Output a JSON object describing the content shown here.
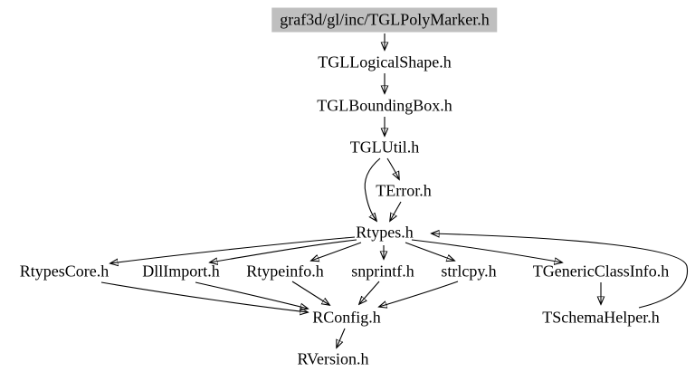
{
  "diagram": {
    "type": "include-dependency-graph",
    "root": "graf3d/gl/inc/TGLPolyMarker.h",
    "colors": {
      "highlight_bg": "#bfbfbf",
      "edge": "#000000",
      "text": "#000000",
      "background": "#ffffff"
    },
    "nodes": [
      {
        "id": "tglpolymarker",
        "label": "graf3d/gl/inc/TGLPolyMarker.h",
        "highlighted": true
      },
      {
        "id": "tgllogicalshape",
        "label": "TGLLogicalShape.h"
      },
      {
        "id": "tglboundingbox",
        "label": "TGLBoundingBox.h"
      },
      {
        "id": "tglutil",
        "label": "TGLUtil.h"
      },
      {
        "id": "terror",
        "label": "TError.h"
      },
      {
        "id": "rtypes",
        "label": "Rtypes.h"
      },
      {
        "id": "rtypescore",
        "label": "RtypesCore.h"
      },
      {
        "id": "dllimport",
        "label": "DllImport.h"
      },
      {
        "id": "rtypeinfo",
        "label": "Rtypeinfo.h"
      },
      {
        "id": "snprintf",
        "label": "snprintf.h"
      },
      {
        "id": "strlcpy",
        "label": "strlcpy.h"
      },
      {
        "id": "tgenericclassinfo",
        "label": "TGenericClassInfo.h"
      },
      {
        "id": "rconfig",
        "label": "RConfig.h"
      },
      {
        "id": "tschemahelper",
        "label": "TSchemaHelper.h"
      },
      {
        "id": "rversion",
        "label": "RVersion.h"
      }
    ],
    "edges": [
      {
        "from": "tglpolymarker",
        "to": "tgllogicalshape"
      },
      {
        "from": "tgllogicalshape",
        "to": "tglboundingbox"
      },
      {
        "from": "tglboundingbox",
        "to": "tglutil"
      },
      {
        "from": "tglutil",
        "to": "terror"
      },
      {
        "from": "tglutil",
        "to": "rtypes"
      },
      {
        "from": "terror",
        "to": "rtypes"
      },
      {
        "from": "rtypes",
        "to": "rtypescore"
      },
      {
        "from": "rtypes",
        "to": "dllimport"
      },
      {
        "from": "rtypes",
        "to": "rtypeinfo"
      },
      {
        "from": "rtypes",
        "to": "snprintf"
      },
      {
        "from": "rtypes",
        "to": "strlcpy"
      },
      {
        "from": "rtypes",
        "to": "tgenericclassinfo"
      },
      {
        "from": "rtypescore",
        "to": "rconfig"
      },
      {
        "from": "dllimport",
        "to": "rconfig"
      },
      {
        "from": "rtypeinfo",
        "to": "rconfig"
      },
      {
        "from": "snprintf",
        "to": "rconfig"
      },
      {
        "from": "strlcpy",
        "to": "rconfig"
      },
      {
        "from": "rconfig",
        "to": "rversion"
      },
      {
        "from": "tgenericclassinfo",
        "to": "tschemahelper"
      },
      {
        "from": "tschemahelper",
        "to": "rtypes"
      }
    ]
  }
}
